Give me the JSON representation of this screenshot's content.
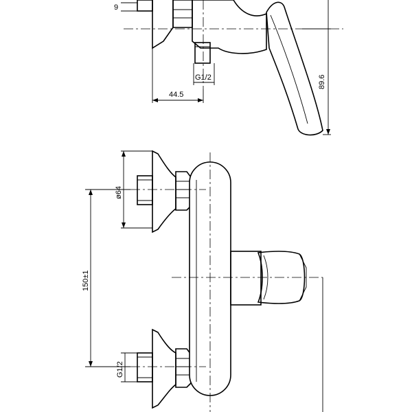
{
  "dimensions": {
    "top_nut_height": "9",
    "top_thread": "G1/2",
    "top_offset": "44.5",
    "top_height": "89.6",
    "escutcheon_diameter": "ø64",
    "inlet_spacing": "150±1",
    "bottom_thread": "G1/2"
  }
}
